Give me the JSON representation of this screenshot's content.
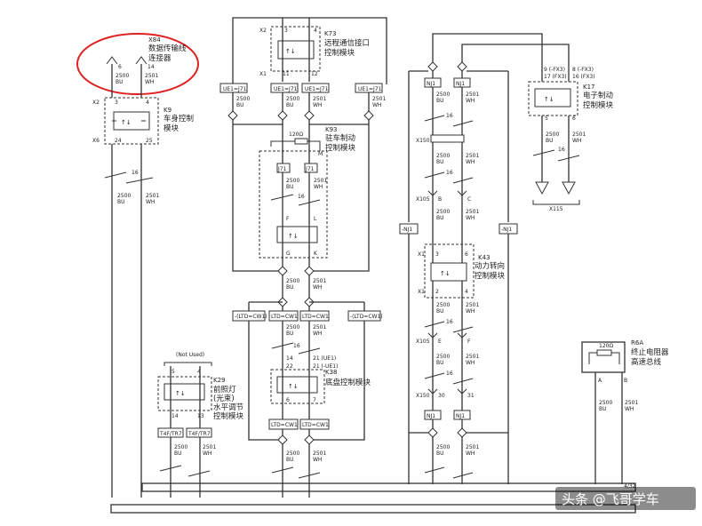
{
  "modules": {
    "x84": {
      "id": "X84",
      "name_l1": "数据传输线",
      "name_l2": "连接器",
      "pins": [
        "6",
        "14"
      ],
      "wires": [
        [
          "2500",
          "BU"
        ],
        [
          "2501",
          "WH"
        ]
      ]
    },
    "k9": {
      "id": "K9",
      "name_l1": "车身控制",
      "name_l2": "模块",
      "pins_top": [
        "X2",
        "3",
        "4"
      ],
      "pins_bot": [
        "X6",
        "24",
        "25"
      ],
      "bundle": "16",
      "wires": [
        [
          "2500",
          "BU"
        ],
        [
          "2501",
          "WH"
        ]
      ]
    },
    "k73": {
      "id": "K73",
      "name_l1": "远程通信接口",
      "name_l2": "控制模块",
      "pins_top": [
        "X2",
        "3",
        "4"
      ],
      "pins_bot": [
        "X1",
        "11",
        "12"
      ],
      "wires": [
        [
          "2500",
          "BU"
        ],
        [
          "2501",
          "WH"
        ]
      ]
    },
    "k93": {
      "id": "K93",
      "name_l1": "驻车制动",
      "name_l2": "控制模块",
      "resistor": "120Ω",
      "pins": [
        "G",
        "K",
        "F",
        "L",
        "J71",
        "J71"
      ],
      "bundle": "16",
      "wires": [
        [
          "2500",
          "BU"
        ],
        [
          "2501",
          "WH"
        ]
      ]
    },
    "k17": {
      "id": "K17",
      "name_l1": "电子制动",
      "name_l2": "控制模块",
      "pins_left": [
        "9 (-FX3)",
        "17 (FX3)"
      ],
      "pins_right": [
        "8 (-FX3)",
        "16 (FX3)"
      ],
      "pins_bot": [
        "5",
        "6"
      ],
      "bundle": "16",
      "wires": [
        [
          "2500",
          "BU"
        ],
        [
          "2501",
          "WH"
        ]
      ],
      "connector": "X115"
    },
    "k43": {
      "id": "K43",
      "name_l1": "动力转向",
      "name_l2": "控制模块",
      "pins_top": [
        "X1",
        "3",
        "6"
      ],
      "pins_bot": [
        "X1",
        "2",
        "4"
      ],
      "wires": [
        [
          "2500",
          "BU"
        ],
        [
          "2501",
          "WH"
        ]
      ]
    },
    "k38": {
      "id": "K38",
      "name_l1": "底盘控制模块",
      "pins_top": [
        "14",
        "22",
        "21 (UE1)",
        "21 (-UE1)"
      ],
      "pins_bot": [
        "6",
        "7"
      ],
      "wires": [
        [
          "2500",
          "BU"
        ],
        [
          "2501",
          "WH"
        ]
      ]
    },
    "k29": {
      "id": "K29",
      "note": "(Not Used)",
      "name_l1": "前照灯",
      "name_l2": "(光束)",
      "name_l3": "水平调节",
      "name_l4": "控制模块",
      "pins_top": [
        "5",
        "4"
      ],
      "pins_bot": [
        "14",
        "13"
      ],
      "wires": [
        [
          "2500",
          "BU"
        ],
        [
          "2501",
          "WH"
        ]
      ]
    },
    "r26a": {
      "id": "R6A",
      "name_l1": "终止电阻器",
      "name_l2": "高速总线",
      "resistor": "120Ω",
      "pins": [
        "A",
        "B"
      ],
      "wires": [
        [
          "2500",
          "BU"
        ],
        [
          "2501",
          "WH"
        ]
      ]
    }
  },
  "connector_labels": {
    "ue1_j71": "UE1=J71",
    "ue1_j71_n": "(UE1=J71)",
    "nj1": "NJ1",
    "nj1_n": "-NJ1",
    "ltd_cw1": "LTD=CW1",
    "ltd_cw1_n": "-(LTD=CW1)",
    "t4f_tr7": "T4F/TR7"
  },
  "connector_ids": {
    "x150": "X150",
    "x105": "X105"
  },
  "wire_labels": {
    "bu": "2500",
    "bu_c": "BU",
    "wh": "2501",
    "wh_c": "WH",
    "bundle": "16"
  },
  "letter_pins": {
    "b": "B",
    "c": "C",
    "e": "E",
    "f": "F",
    "m": "M"
  },
  "pin_nums": {
    "p30": "30",
    "p31": "31"
  },
  "frame_label": "4/32",
  "watermark": "头条 @飞哥学车"
}
